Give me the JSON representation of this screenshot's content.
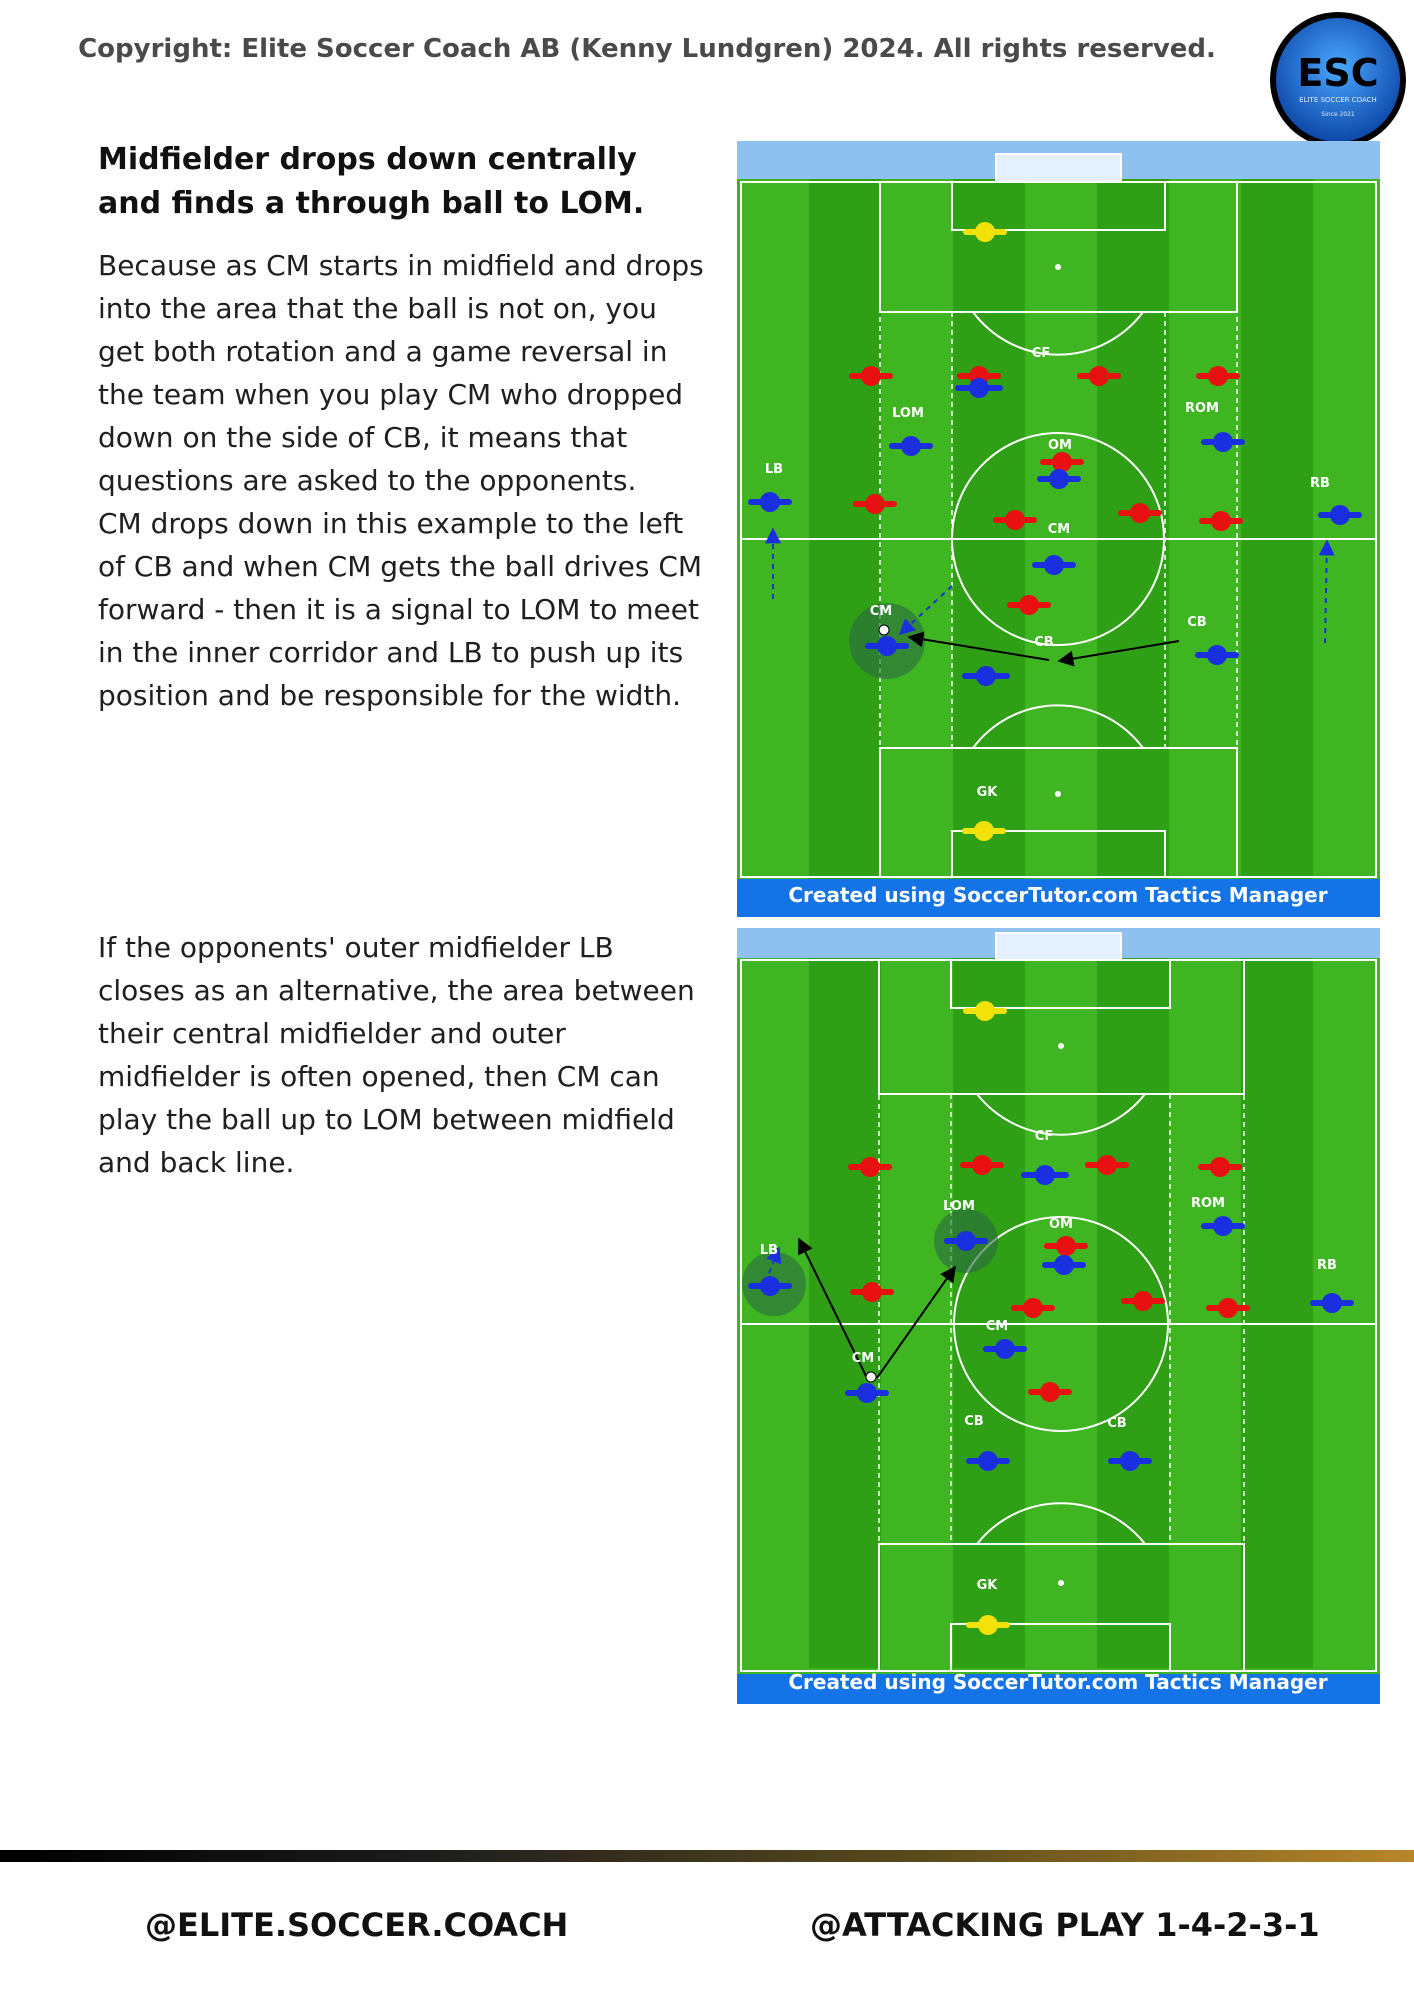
{
  "header": {
    "copyright": "Copyright: Elite Soccer Coach AB  (Kenny Lundgren) 2024. All rights reserved.",
    "logo": {
      "initials": "ESC",
      "tagline": "ELITE SOCCER COACH",
      "since": "Since 2021",
      "colors": {
        "ring": "#000000",
        "fill": "#1e6fd0"
      }
    }
  },
  "content": {
    "heading_line1": "Midfielder drops down centrally",
    "heading_line2": "and finds a through ball to LOM.",
    "paragraph1": "Because as CM starts in midfield and drops into the area that the ball is not on, you get both rotation and a game reversal in the team when you play CM who dropped down on the side of CB, it means that questions are asked to the opponents.",
    "paragraph2": "CM drops down in this example to the left of CB and when CM gets the ball drives CM forward - then it is a signal to LOM to meet in the inner corridor and LB to push up its position and be responsible for the width.",
    "paragraph3": "If the opponents' outer midfielder LB closes as an alternative, the area between their central midfielder and outer midfielder is often opened, then CM can play the ball up to LOM between midfield and back line."
  },
  "diagrams": [
    {
      "watermark": "Created using SoccerTutor.com Tactics Manager",
      "colors": {
        "pitch_light": "#3fb521",
        "pitch_dark": "#2f9f16",
        "team_blue": "#1a2fe0",
        "team_red": "#e81010",
        "keeper": "#f2e20a"
      },
      "labels": {
        "CF": "CF",
        "LOM": "LOM",
        "ROM": "ROM",
        "OM": "OM",
        "LB": "LB",
        "RB": "RB",
        "CM_upper": "CM",
        "CM_ball": "CM",
        "CB_left": "CB",
        "CB_right": "CB",
        "GK": "GK"
      }
    },
    {
      "watermark": "Created using SoccerTutor.com Tactics Manager",
      "labels": {
        "CF": "CF",
        "LOM": "LOM",
        "ROM": "ROM",
        "OM": "OM",
        "LB": "LB",
        "RB": "RB",
        "CM_upper": "CM",
        "CM_ball": "CM",
        "CB_left": "CB",
        "CB_right": "CB",
        "GK": "GK"
      }
    }
  ],
  "footer": {
    "left": "@ELITE.SOCCER.COACH",
    "right": "@ATTACKING PLAY 1-4-2-3-1"
  }
}
